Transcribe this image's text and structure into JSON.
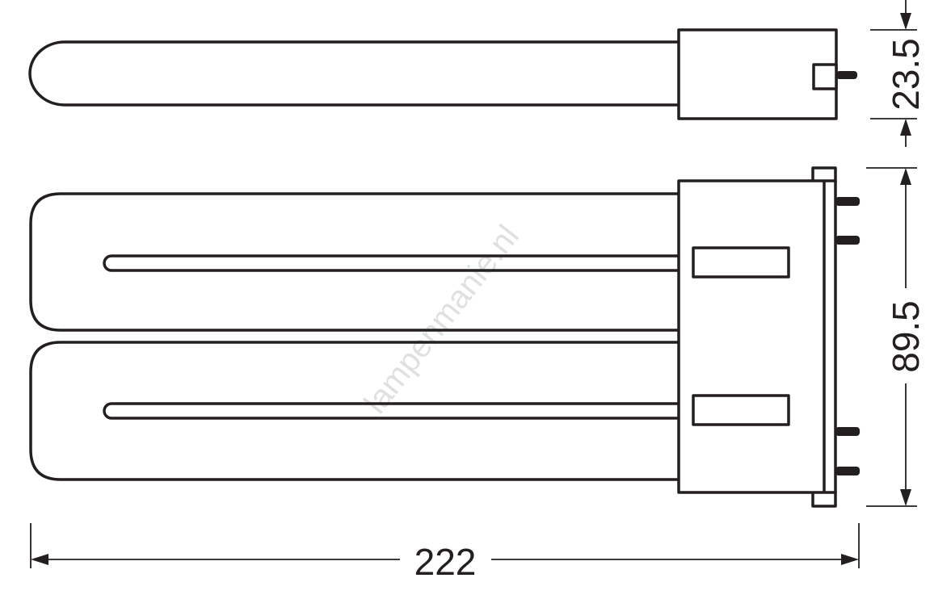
{
  "dimensions": {
    "length": "222",
    "height_single": "23.5",
    "height_double": "89.5"
  },
  "watermark": "lampenmanie.nl",
  "colors": {
    "line": "#231f20",
    "background": "#ffffff",
    "watermark": "#c8c8c8"
  }
}
